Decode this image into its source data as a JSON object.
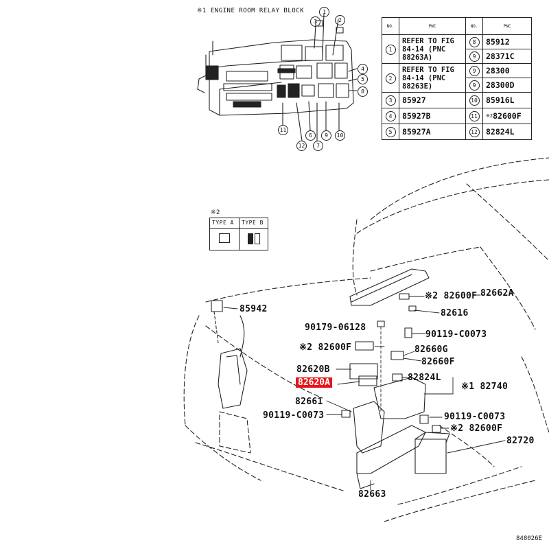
{
  "relay_block_title": "※1 ENGINE ROOM RELAY BLOCK",
  "table": {
    "col_no": "NO.",
    "col_pnc": "PNC",
    "rows": [
      {
        "no": "1",
        "pnc": "REFER TO FIG 84-14 (PNC 88263A)",
        "no2": "8",
        "pnc2": "85912"
      },
      {
        "no": "",
        "pnc": "",
        "no2": "9",
        "pnc2": "28371C"
      },
      {
        "no": "2",
        "pnc": "REFER TO FIG 84-14 (PNC 88263E)",
        "no2": "9",
        "pnc2": "28300"
      },
      {
        "no": "",
        "pnc": "",
        "no2": "9",
        "pnc2": "28300D"
      },
      {
        "no": "3",
        "pnc": "85927",
        "no2": "10",
        "pnc2": "85916L"
      },
      {
        "no": "4",
        "pnc": "85927B",
        "no2": "11",
        "pnc2": "82600F",
        "mark2": "※2"
      },
      {
        "no": "5",
        "pnc": "85927A",
        "no2": "12",
        "pnc2": "82824L"
      }
    ]
  },
  "type_legend": {
    "mark": "※2",
    "type_a": "TYPE A",
    "type_b": "TYPE B"
  },
  "callouts": {
    "c1": "1",
    "c2": "2",
    "c3": "3",
    "c4": "4",
    "c5": "5",
    "c6": "6",
    "c7": "7",
    "c8": "8",
    "c9": "9",
    "c10": "10",
    "c11": "11",
    "c12": "12"
  },
  "labels": {
    "p85942": "85942",
    "p82600F_top": "※2 82600F",
    "p82662A": "82662A",
    "p82616": "82616",
    "p90179": "90179-06128",
    "p90119_top": "90119-C0073",
    "p82600F_mid": "※2 82600F",
    "p82660G": "82660G",
    "p82660F": "82660F",
    "p82620B": "82620B",
    "p82620A": "82620A",
    "p82824L": "82824L",
    "p82740": "※1 82740",
    "p82661": "82661",
    "p90119_mid": "90119-C0073",
    "p90119_right": "90119-C0073",
    "p82600F_low": "※2 82600F",
    "p82720": "82720",
    "p82663": "82663"
  },
  "figure_code": "848026E",
  "colors": {
    "highlight": "#e8141b",
    "ink": "#222222"
  }
}
